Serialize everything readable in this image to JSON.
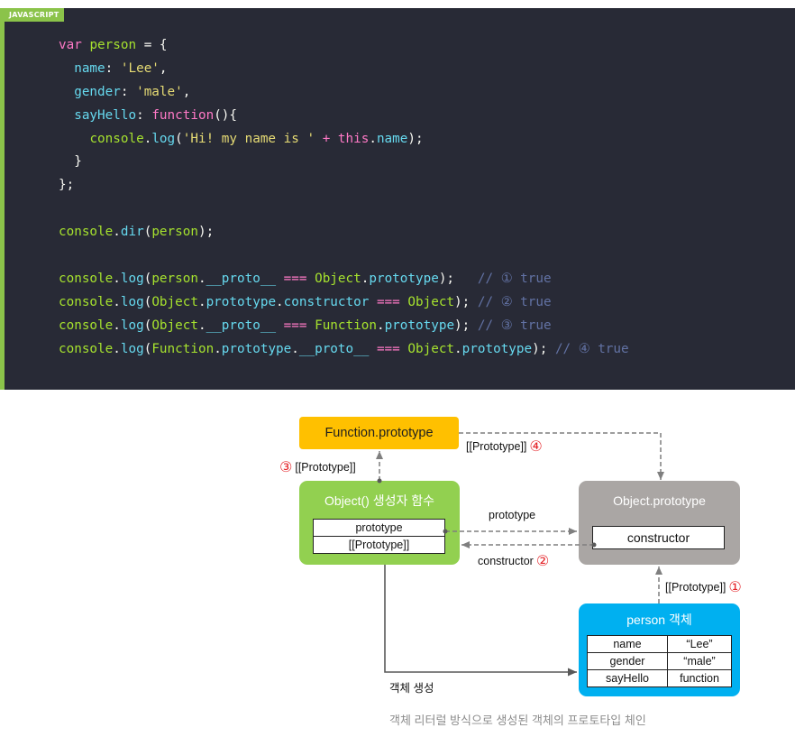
{
  "code_block": {
    "language_label": "JAVASCRIPT",
    "theme": {
      "background": "#282a36",
      "accent": "#8bc34a",
      "plain": "#f8f8f2"
    },
    "token_colors": {
      "kw": "#ff79c6",
      "id": "#a6e22e",
      "prop": "#66d9ef",
      "str": "#e6db74",
      "op": "#ff79c6",
      "cm": "#6272a4"
    },
    "lines": [
      [
        [
          "var",
          "kw"
        ],
        [
          " "
        ],
        [
          "person",
          "id"
        ],
        [
          " = {"
        ]
      ],
      [
        [
          "  "
        ],
        [
          "name",
          "prop"
        ],
        [
          ": "
        ],
        [
          "'Lee'",
          "str"
        ],
        [
          ","
        ]
      ],
      [
        [
          "  "
        ],
        [
          "gender",
          "prop"
        ],
        [
          ": "
        ],
        [
          "'male'",
          "str"
        ],
        [
          ","
        ]
      ],
      [
        [
          "  "
        ],
        [
          "sayHello",
          "prop"
        ],
        [
          ": "
        ],
        [
          "function",
          "kw"
        ],
        [
          "(){"
        ]
      ],
      [
        [
          "    "
        ],
        [
          "console",
          "id"
        ],
        [
          "."
        ],
        [
          "log",
          "prop"
        ],
        [
          "("
        ],
        [
          "'Hi! my name is '",
          "str"
        ],
        [
          " "
        ],
        [
          "+",
          "op"
        ],
        [
          " "
        ],
        [
          "this",
          "kw"
        ],
        [
          "."
        ],
        [
          "name",
          "prop"
        ],
        [
          ");"
        ]
      ],
      [
        [
          "  }"
        ]
      ],
      [
        [
          "};"
        ]
      ],
      [],
      [
        [
          "console",
          "id"
        ],
        [
          "."
        ],
        [
          "dir",
          "prop"
        ],
        [
          "("
        ],
        [
          "person",
          "id"
        ],
        [
          ");"
        ]
      ],
      [],
      [
        [
          "console",
          "id"
        ],
        [
          "."
        ],
        [
          "log",
          "prop"
        ],
        [
          "("
        ],
        [
          "person",
          "id"
        ],
        [
          "."
        ],
        [
          "__proto__",
          "prop"
        ],
        [
          " "
        ],
        [
          "===",
          "op"
        ],
        [
          " "
        ],
        [
          "Object",
          "id"
        ],
        [
          "."
        ],
        [
          "prototype",
          "prop"
        ],
        [
          ");"
        ],
        [
          "   "
        ],
        [
          "// ① true",
          "cm"
        ]
      ],
      [
        [
          "console",
          "id"
        ],
        [
          "."
        ],
        [
          "log",
          "prop"
        ],
        [
          "("
        ],
        [
          "Object",
          "id"
        ],
        [
          "."
        ],
        [
          "prototype",
          "prop"
        ],
        [
          "."
        ],
        [
          "constructor",
          "prop"
        ],
        [
          " "
        ],
        [
          "===",
          "op"
        ],
        [
          " "
        ],
        [
          "Object",
          "id"
        ],
        [
          ");"
        ],
        [
          " "
        ],
        [
          "// ② true",
          "cm"
        ]
      ],
      [
        [
          "console",
          "id"
        ],
        [
          "."
        ],
        [
          "log",
          "prop"
        ],
        [
          "("
        ],
        [
          "Object",
          "id"
        ],
        [
          "."
        ],
        [
          "__proto__",
          "prop"
        ],
        [
          " "
        ],
        [
          "===",
          "op"
        ],
        [
          " "
        ],
        [
          "Function",
          "id"
        ],
        [
          "."
        ],
        [
          "prototype",
          "prop"
        ],
        [
          ");"
        ],
        [
          " "
        ],
        [
          "// ③ true",
          "cm"
        ]
      ],
      [
        [
          "console",
          "id"
        ],
        [
          "."
        ],
        [
          "log",
          "prop"
        ],
        [
          "("
        ],
        [
          "Function",
          "id"
        ],
        [
          "."
        ],
        [
          "prototype",
          "prop"
        ],
        [
          "."
        ],
        [
          "__proto__",
          "prop"
        ],
        [
          " "
        ],
        [
          "===",
          "op"
        ],
        [
          " "
        ],
        [
          "Object",
          "id"
        ],
        [
          "."
        ],
        [
          "prototype",
          "prop"
        ],
        [
          ");"
        ],
        [
          " "
        ],
        [
          "// ④ true",
          "cm"
        ]
      ]
    ]
  },
  "diagram": {
    "function_prototype": {
      "title": "Function.prototype",
      "color": "#ffc000"
    },
    "object_constructor": {
      "title": "Object() 생성자 함수",
      "color": "#92d050",
      "rows": [
        "prototype",
        "[[Prototype]]"
      ]
    },
    "object_prototype": {
      "title": "Object.prototype",
      "color": "#aaa6a4",
      "property": "constructor"
    },
    "person_object": {
      "title": "person 객체",
      "color": "#00b0f0",
      "rows": [
        {
          "key": "name",
          "value": "“Lee”"
        },
        {
          "key": "gender",
          "value": "“male”"
        },
        {
          "key": "sayHello",
          "value": "function"
        }
      ]
    },
    "links": {
      "proto_1": {
        "label": "[[Prototype]]",
        "badge": "①"
      },
      "constructor_2": {
        "label": "constructor",
        "badge": "②"
      },
      "proto_3": {
        "label": "[[Prototype]]",
        "badge": "③"
      },
      "proto_4": {
        "label": "[[Prototype]]",
        "badge": "④"
      },
      "prototype": {
        "label": "prototype"
      },
      "create": {
        "label": "객체 생성"
      }
    },
    "badge_color": "#e5262b",
    "dashed_line_color": "#7f7f7f",
    "solid_line_color": "#595959",
    "caption": "객체 리터럴 방식으로 생성된 객체의 프로토타입 체인"
  }
}
